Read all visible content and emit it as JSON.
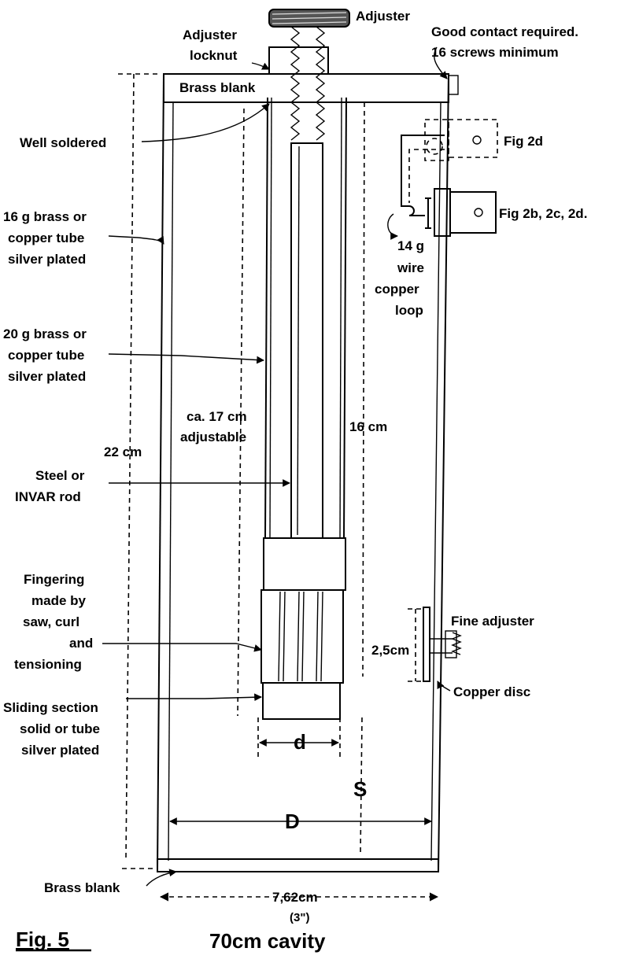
{
  "labels": {
    "adjuster": "Adjuster",
    "adjuster_locknut_1": "Adjuster",
    "adjuster_locknut_2": "locknut",
    "good_contact_1": "Good contact required.",
    "good_contact_2": "16 screws minimum",
    "brass_blank_top": "Brass blank",
    "well_soldered": "Well soldered",
    "fig_2d": "Fig 2d",
    "fig_2b": "Fig 2b, 2c, 2d.",
    "outer_tube_1": "16 g brass or",
    "outer_tube_2": "copper tube",
    "outer_tube_3": "silver plated",
    "wire_loop_1": "14 g",
    "wire_loop_2": "wire",
    "wire_loop_3": "copper",
    "wire_loop_4": "loop",
    "inner_tube_1": "20 g brass or",
    "inner_tube_2": "copper tube",
    "inner_tube_3": "silver plated",
    "adjustable_1": "ca. 17 cm",
    "adjustable_2": "adjustable",
    "length_16": "16 cm",
    "length_22": "22 cm",
    "rod_1": "Steel or",
    "rod_2": "INVAR rod",
    "fingering_1": "Fingering",
    "fingering_2": "made by",
    "fingering_3": "saw, curl",
    "fingering_4": "and",
    "fingering_5": "tensioning",
    "fine_adjuster": "Fine adjuster",
    "gap_2_5": "2,5cm",
    "copper_disc": "Copper disc",
    "sliding_1": "Sliding section",
    "sliding_2": "solid or tube",
    "sliding_3": "silver plated",
    "dim_d": "d",
    "dim_S": "S",
    "dim_D": "D",
    "brass_blank_bottom": "Brass blank",
    "width_762": "7,62cm",
    "width_3in": "(3\")",
    "fig_number": "Fig. 5",
    "caption": "70cm cavity"
  }
}
